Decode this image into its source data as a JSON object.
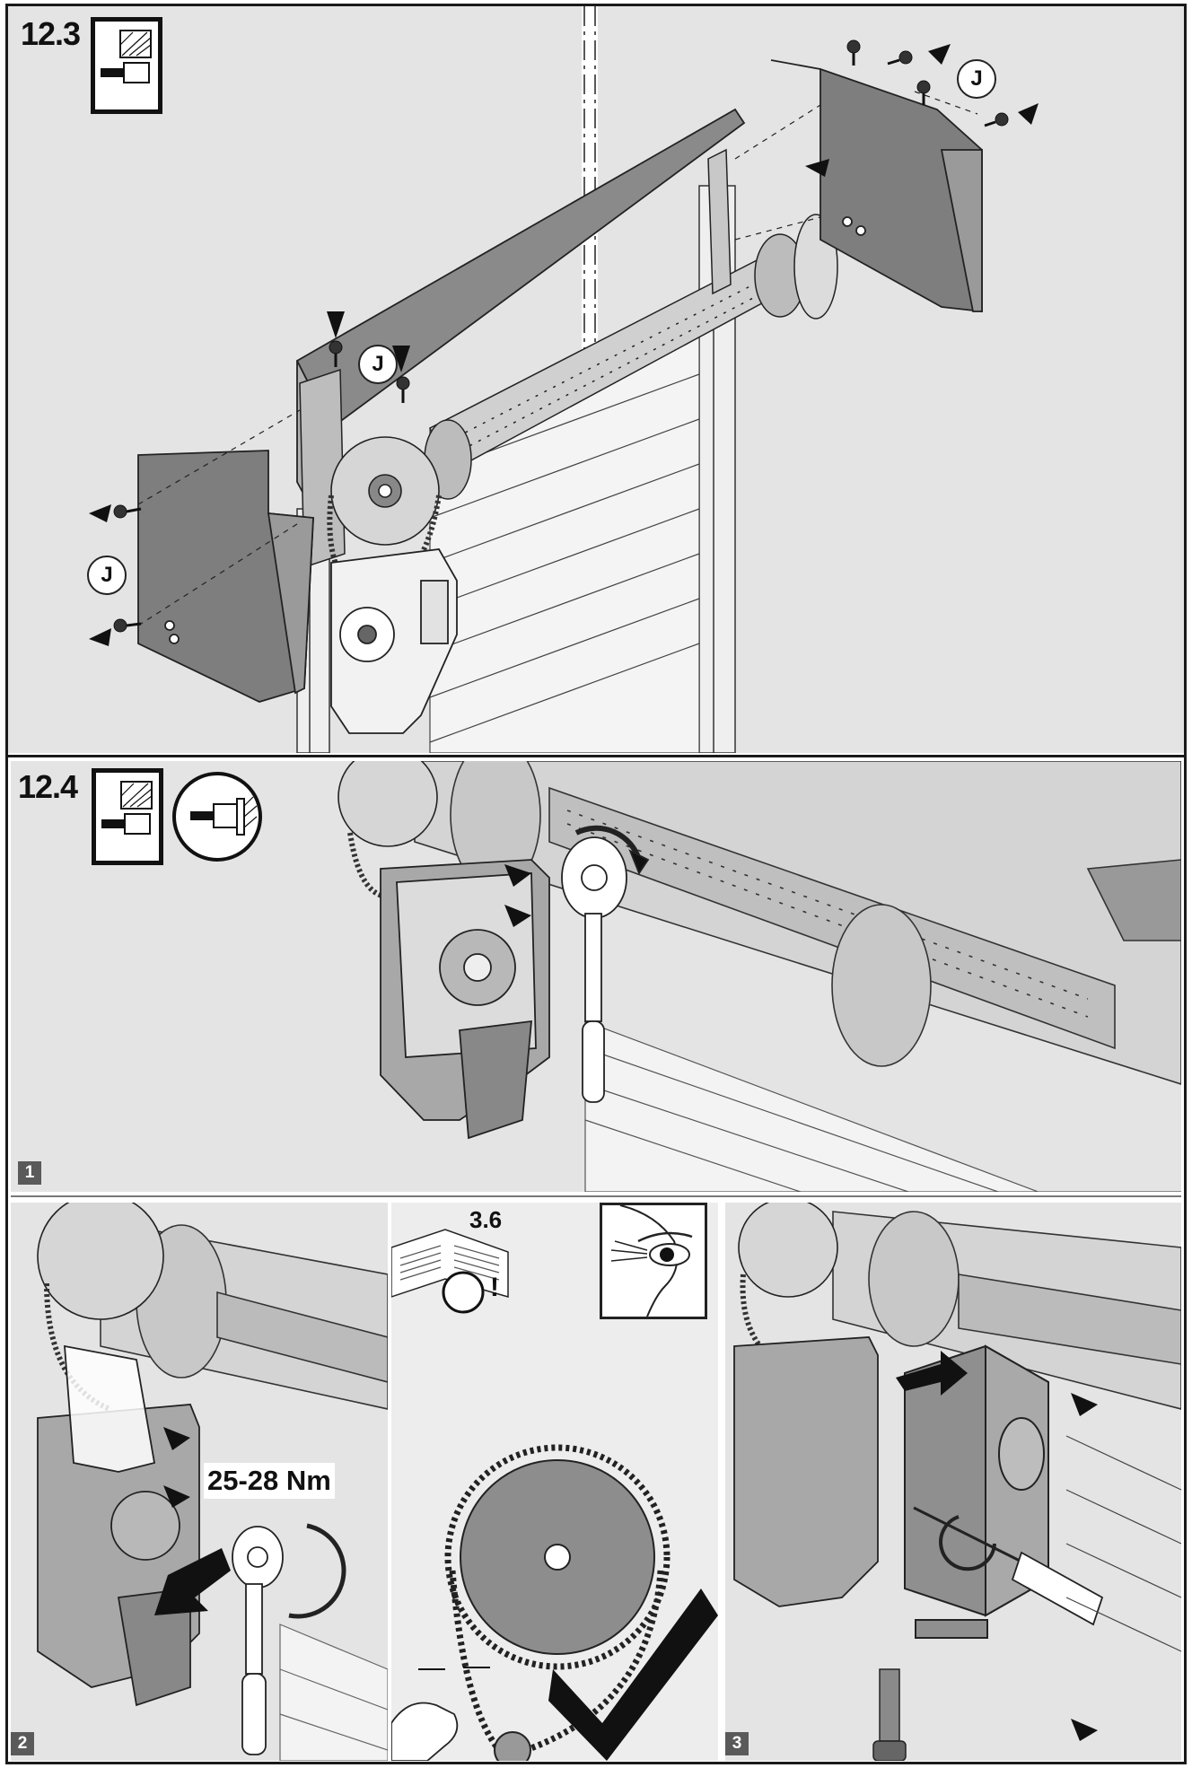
{
  "sections": {
    "s123": {
      "label": "12.3",
      "marker": "J"
    },
    "s124": {
      "label": "12.4"
    }
  },
  "steps": {
    "step1": {
      "number": "1"
    },
    "step2": {
      "number": "2",
      "torque": "25-28 Nm"
    },
    "step2b": {
      "ref": "3.6",
      "warning_symbol": "!"
    },
    "step3": {
      "number": "3"
    }
  },
  "icons": {
    "mount_type": "wall-mount-icon",
    "mount_detail": "mount-detail-circle-icon",
    "eye": "eye-inspection-icon",
    "manual": "manual-reference-icon",
    "check": "checkmark-icon"
  },
  "colors": {
    "panel_bg": "#e4e4e4",
    "part_dark": "#8a8a8a",
    "part_mid": "#b5b5b5",
    "line": "#1a1a1a"
  }
}
